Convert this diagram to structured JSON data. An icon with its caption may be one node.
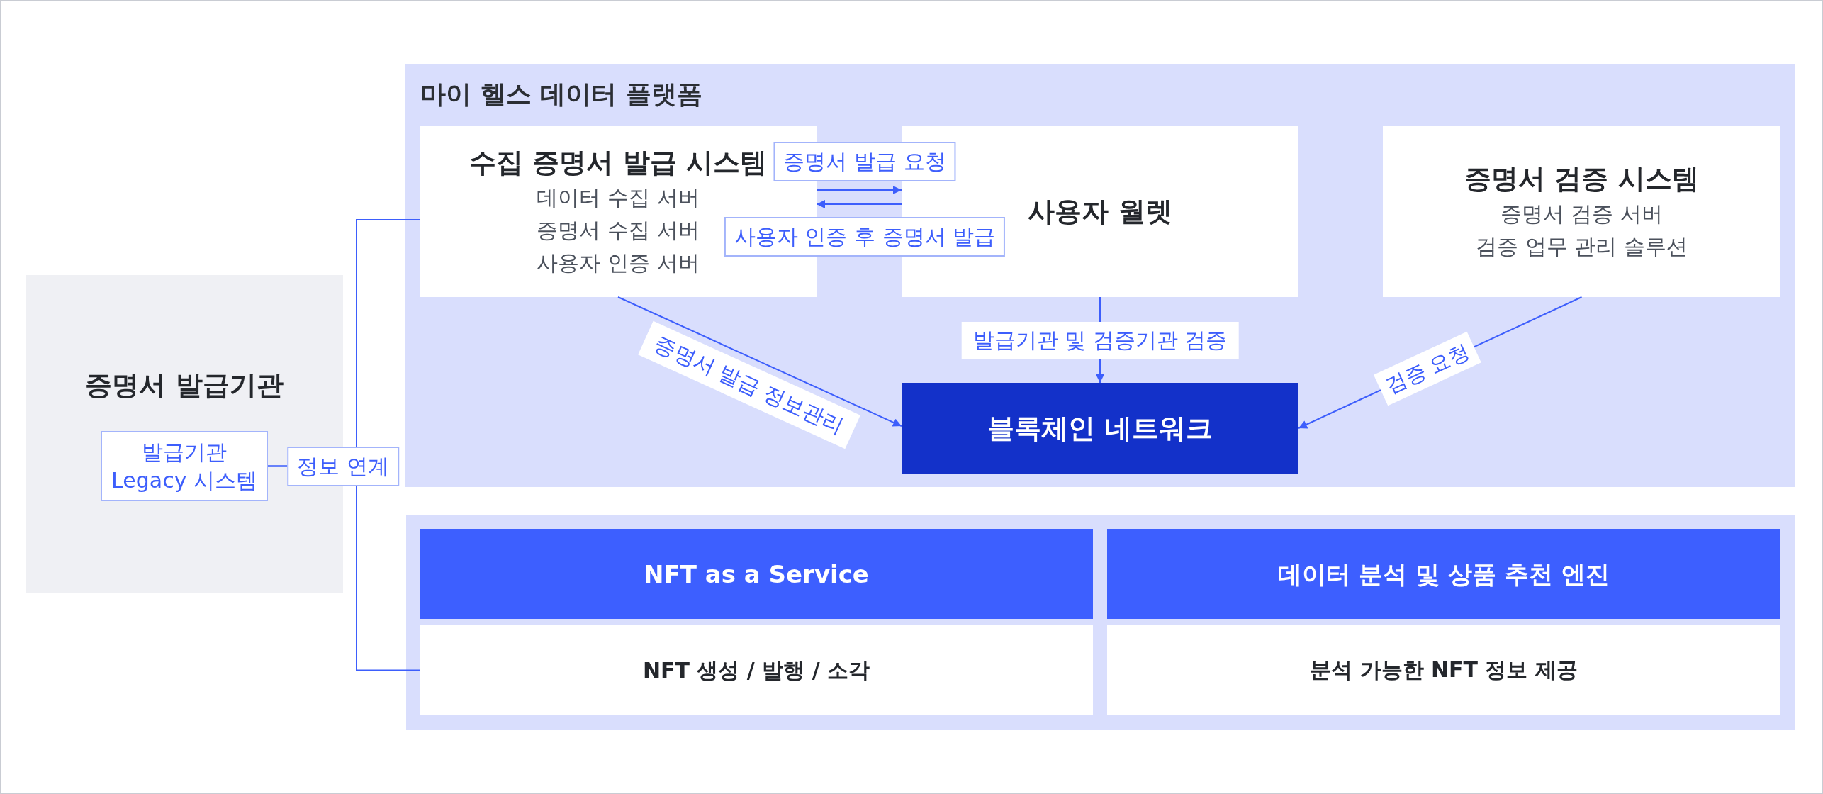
{
  "diagram": {
    "nodes": [
      {
        "text": [
          "증명서 발급기관"
        ]
      },
      {
        "text": [
          "발급기관 Legacy 시스템"
        ],
        "in": 0
      },
      {
        "text": [
          "마이 헬스 데이터 플랫폼"
        ]
      },
      {
        "text": [
          "수집 증명서 발급 시스템",
          "데이터 수집 서버",
          "증명서 수집 서버",
          "사용자 인증 서버"
        ],
        "in": 2
      },
      {
        "text": [
          "사용자 월렛"
        ],
        "in": 2
      },
      {
        "text": [
          "증명서 검증 시스템",
          "증명서 검증 서버",
          "검증 업무 관리 솔루션"
        ],
        "in": 2
      },
      {
        "text": [
          "블록체인 네트워크"
        ],
        "in": 2
      },
      {
        "text": [],
        "shape": "box"
      },
      {
        "text": [
          "NFT as a Service"
        ],
        "in": 7
      },
      {
        "text": [
          "NFT 생성 / 발행 / 소각"
        ],
        "in": 7
      },
      {
        "text": [
          "데이터 분석 및 상품 추천 엔진"
        ],
        "in": 7
      },
      {
        "text": [
          "분석 가능한 NFT 정보 제공"
        ],
        "in": 7
      }
    ],
    "edges": [
      {
        "from": 1,
        "to": 3,
        "arrow": "none",
        "label": "정보 연계"
      },
      {
        "from": 1,
        "to": 9,
        "arrow": "none"
      },
      {
        "from": 3,
        "to": 4,
        "arrow": "to",
        "label": "증명서 발급 요청"
      },
      {
        "from": 4,
        "to": 3,
        "arrow": "to",
        "label": "사용자 인증 후 증명서 발급"
      },
      {
        "from": 3,
        "to": 6,
        "arrow": "to",
        "label": "증명서 발급 정보관리"
      },
      {
        "from": 4,
        "to": 6,
        "arrow": "to",
        "label": "발급기관 및 검증기관 검증"
      },
      {
        "from": 5,
        "to": 6,
        "arrow": "to",
        "label": "검증 요청"
      }
    ]
  }
}
